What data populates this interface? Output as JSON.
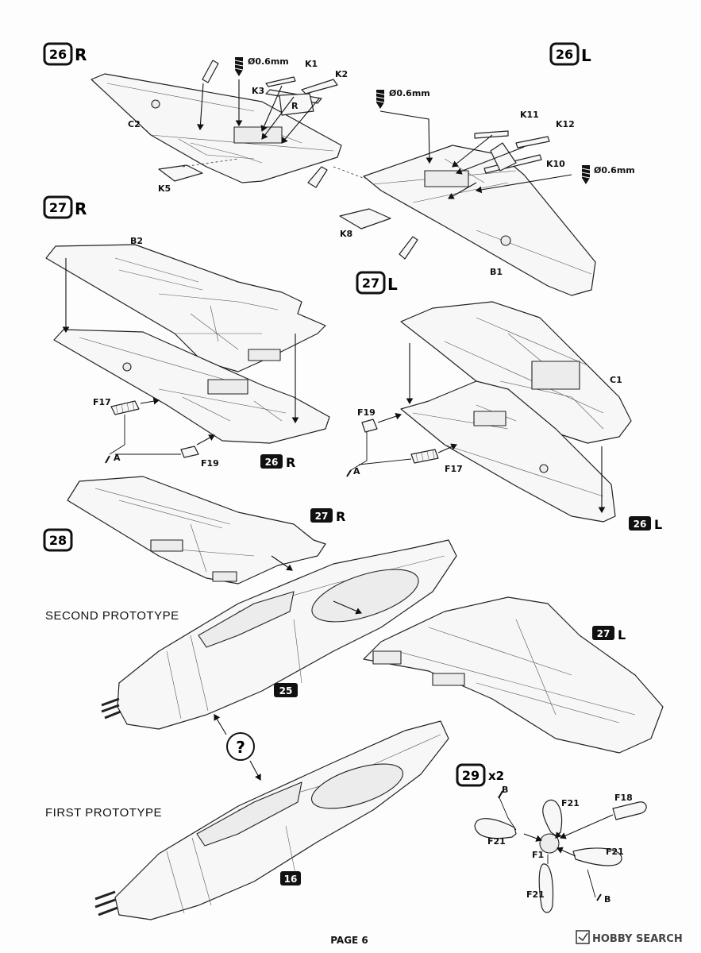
{
  "steps": {
    "s26r": {
      "num": "26",
      "suffix": "R"
    },
    "s26l": {
      "num": "26",
      "suffix": "L"
    },
    "s27r": {
      "num": "27",
      "suffix": "R"
    },
    "s27l": {
      "num": "27",
      "suffix": "L"
    },
    "s28": {
      "num": "28"
    },
    "s29": {
      "num": "29",
      "suffix": "x2"
    }
  },
  "refs": {
    "r26r": {
      "num": "26",
      "suffix": "R"
    },
    "r26l": {
      "num": "26",
      "suffix": "L"
    },
    "r27r": {
      "num": "27",
      "suffix": "R"
    },
    "r27l": {
      "num": "27",
      "suffix": "L"
    },
    "r25": {
      "num": "25"
    },
    "r16": {
      "num": "16"
    }
  },
  "drill": {
    "d1": "Ø0.6mm",
    "d2": "Ø0.6mm",
    "d3": "Ø0.6mm"
  },
  "parts": {
    "K1": "K1",
    "K2": "K2",
    "K3": "K3",
    "K5": "K5",
    "C2": "C2",
    "K11": "K11",
    "K12": "K12",
    "K10": "K10",
    "K8": "K8",
    "B1": "B1",
    "B2": "B2",
    "C1": "C1",
    "F17a": "F17",
    "F19a": "F19",
    "Aa": "A",
    "F19b": "F19",
    "F17b": "F17",
    "Ab": "A",
    "F21a": "F21",
    "F21b": "F21",
    "F21c": "F21",
    "F21d": "F21",
    "F18": "F18",
    "F1": "F1",
    "Ba": "B",
    "Bb": "B"
  },
  "labels": {
    "second_prototype": "SECOND PROTOTYPE",
    "first_prototype": "FIRST PROTOTYPE",
    "question": "?",
    "page": "PAGE 6",
    "watermark": "HOBBY SEARCH"
  }
}
